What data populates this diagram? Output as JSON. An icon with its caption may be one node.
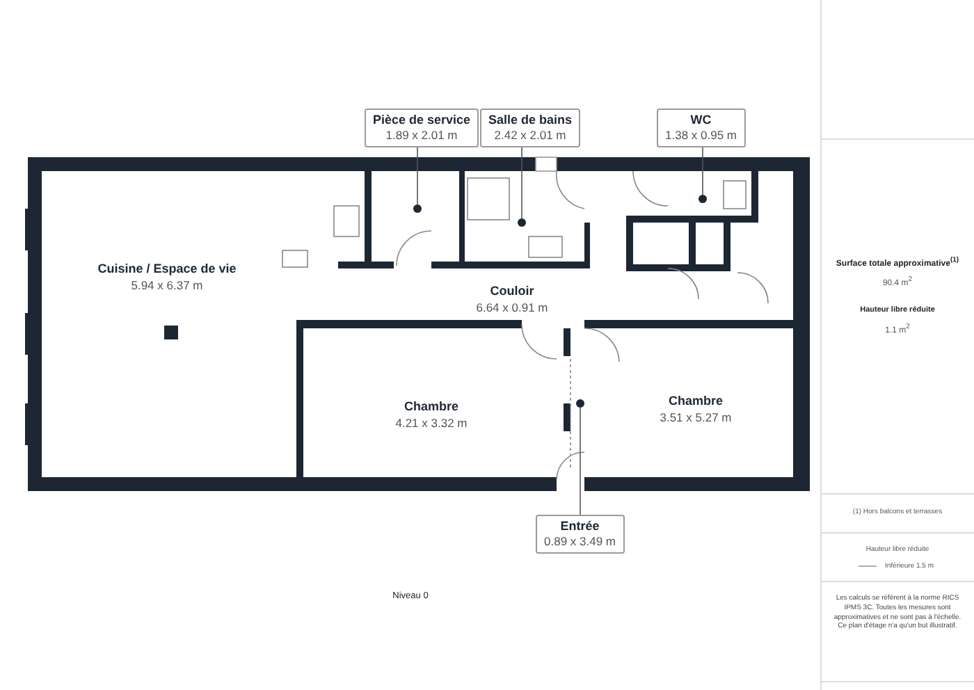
{
  "diagram": {
    "nodes": [
      {
        "text": [
          "Pièce de service",
          "1.89 x 2.01 m"
        ]
      },
      {
        "text": [
          "Salle de bains",
          "2.42 x 2.01 m"
        ]
      },
      {
        "text": [
          "WC",
          "1.38 x 0.95 m"
        ]
      },
      {
        "text": [
          "Entrée",
          "0.89 x 3.49 m"
        ]
      },
      {
        "text": [],
        "shape": "circle"
      },
      {
        "text": [],
        "shape": "circle"
      },
      {
        "text": [],
        "shape": "circle"
      },
      {
        "text": [],
        "shape": "circle"
      }
    ],
    "edges": [
      {
        "from": 0,
        "to": 4,
        "arrow": "none"
      },
      {
        "from": 1,
        "to": 5,
        "arrow": "none"
      },
      {
        "from": 2,
        "to": 6,
        "arrow": "none"
      },
      {
        "from": 3,
        "to": 7,
        "arrow": "none"
      }
    ],
    "labels": [
      "Cuisine / Espace de vie",
      "5.94 x 6.37 m",
      "Couloir",
      "6.64 x 0.91 m",
      "Chambre",
      "4.21 x 3.32 m",
      "Chambre",
      "3.51 x 5.27 m",
      "Niveau 0",
      "Surface totale approximative$^{(1)}$",
      "90.4 m$^{2}$",
      "Hauteur libre réduite",
      "1.1 m$^{2}$",
      "(1) Hors balcons et terrasses",
      "Hauteur libre réduite",
      "Les calculs se réfèrent à la norme RICS IPMS 3C. Toutes les mesures sont approximatives et ne sont pas à l'échelle. Ce plan d'étage n'a qu'un but illustratif."
    ],
    "legend": [
      {
        "text": "Inférieure 1.5 m"
      }
    ]
  }
}
